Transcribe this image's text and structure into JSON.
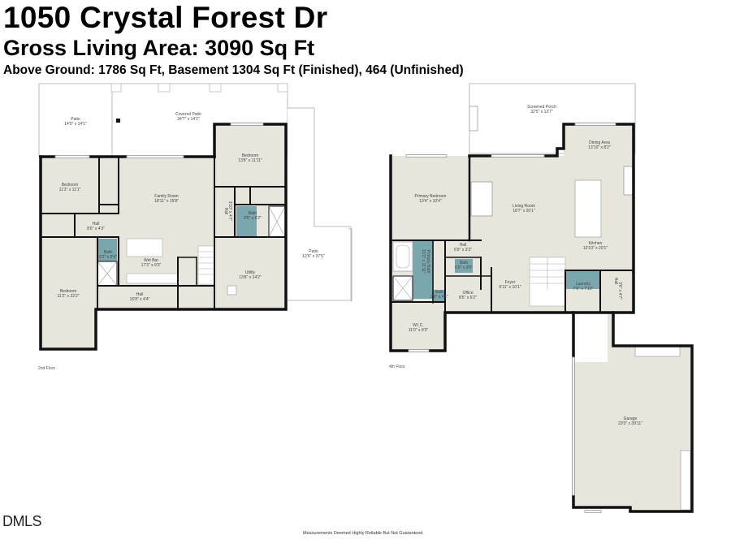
{
  "header": {
    "address": "1050 Crystal Forest Dr",
    "gross_living_area": "Gross Living Area: 3090 Sq Ft",
    "area_breakdown": "Above Ground: 1786 Sq Ft, Basement 1304 Sq Ft (Finished), 464 (Unfinished)"
  },
  "colors": {
    "room_fill": "#e8e5dd",
    "bath_fill": "#7aa7ae",
    "wall": "#111111",
    "exterior_line": "#bbbbbb"
  },
  "floors": [
    {
      "label": "2nd Floor",
      "rooms": [
        {
          "name": "Patio",
          "dims": "14'0\" x 14'1\""
        },
        {
          "name": "Covered Patio",
          "dims": "34'7\" x 14'2\""
        },
        {
          "name": "Bedroom",
          "dims": "11'3\" x 11'1\""
        },
        {
          "name": "Family Room",
          "dims": "18'11\" x 15'8\""
        },
        {
          "name": "Bedroom",
          "dims": "13'8\" x 11'11\""
        },
        {
          "name": "Hall",
          "dims": "8'0\" x 4'3\""
        },
        {
          "name": "Hall",
          "dims": "3'10\" x 4'7\""
        },
        {
          "name": "Bath",
          "dims": "9'5\" x 6'2\""
        },
        {
          "name": "Bath",
          "dims": "5'2\" x 9'4\""
        },
        {
          "name": "Wet Bar",
          "dims": "17'2\" x 9'3\""
        },
        {
          "name": "Bedroom",
          "dims": "11'2\" x 22'2\""
        },
        {
          "name": "Hall",
          "dims": "15'8\" x 4'4\""
        },
        {
          "name": "Utility",
          "dims": "13'8\" x 14'2\""
        },
        {
          "name": "Patio",
          "dims": "12'6\" x 37'5\""
        }
      ]
    },
    {
      "label": "4th Floor",
      "rooms": [
        {
          "name": "Screened Porch",
          "dims": "32'5\" x 13'7\""
        },
        {
          "name": "Dining Area",
          "dims": "13'10\" x 8'2\""
        },
        {
          "name": "Primary Bedroom",
          "dims": "13'4\" x 10'4\""
        },
        {
          "name": "Living Room",
          "dims": "18'7\" x 20'1\""
        },
        {
          "name": "Kitchen",
          "dims": "13'10\" x 20'1\""
        },
        {
          "name": "Hall",
          "dims": "6'9\" x 3'3\""
        },
        {
          "name": "Primary Bath",
          "dims": "10'2\" x 11'11\""
        },
        {
          "name": "Bath",
          "dims": "6'9\" x 3'5\""
        },
        {
          "name": "Bath",
          "dims": "2'9\" x 4'1\""
        },
        {
          "name": "Office",
          "dims": "8'5\" x 6'2\""
        },
        {
          "name": "Foyer",
          "dims": "6'11\" x 10'1\""
        },
        {
          "name": "Laundry",
          "dims": "7'6\" x 7'10\""
        },
        {
          "name": "Hall",
          "dims": "3'6\" x 4'7\""
        },
        {
          "name": "W.I.C.",
          "dims": "11'0\" x 9'3\""
        },
        {
          "name": "Garage",
          "dims": "23'0\" x 39'11\""
        }
      ]
    }
  ],
  "footer": {
    "disclaimer": "Measurements Deemed Highly Reliable But Not Guaranteed.",
    "logo": "DMLS"
  }
}
